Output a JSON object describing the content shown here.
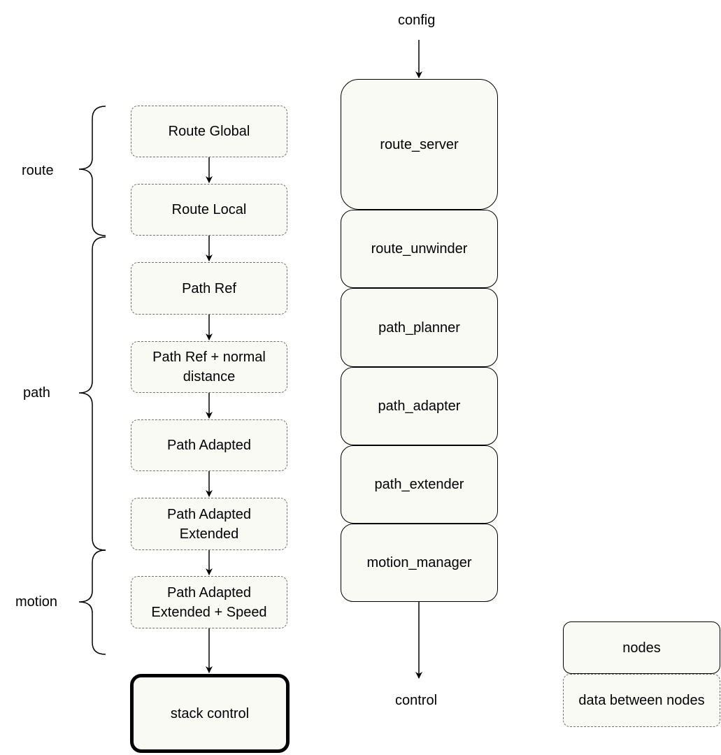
{
  "data_flow": {
    "items": [
      "Route Global",
      "Route Local",
      "Path Ref",
      "Path Ref + normal\ndistance",
      "Path Adapted",
      "Path Adapted\nExtended",
      "Path Adapted\nExtended + Speed"
    ],
    "target": "stack control"
  },
  "groups": {
    "route": "route",
    "path": "path",
    "motion": "motion"
  },
  "nodes": {
    "input_label": "config",
    "items": [
      "route_server",
      "route_unwinder",
      "path_planner",
      "path_adapter",
      "path_extender",
      "motion_manager"
    ],
    "output_label": "control"
  },
  "legend": {
    "nodes": "nodes",
    "data": "data between nodes"
  }
}
